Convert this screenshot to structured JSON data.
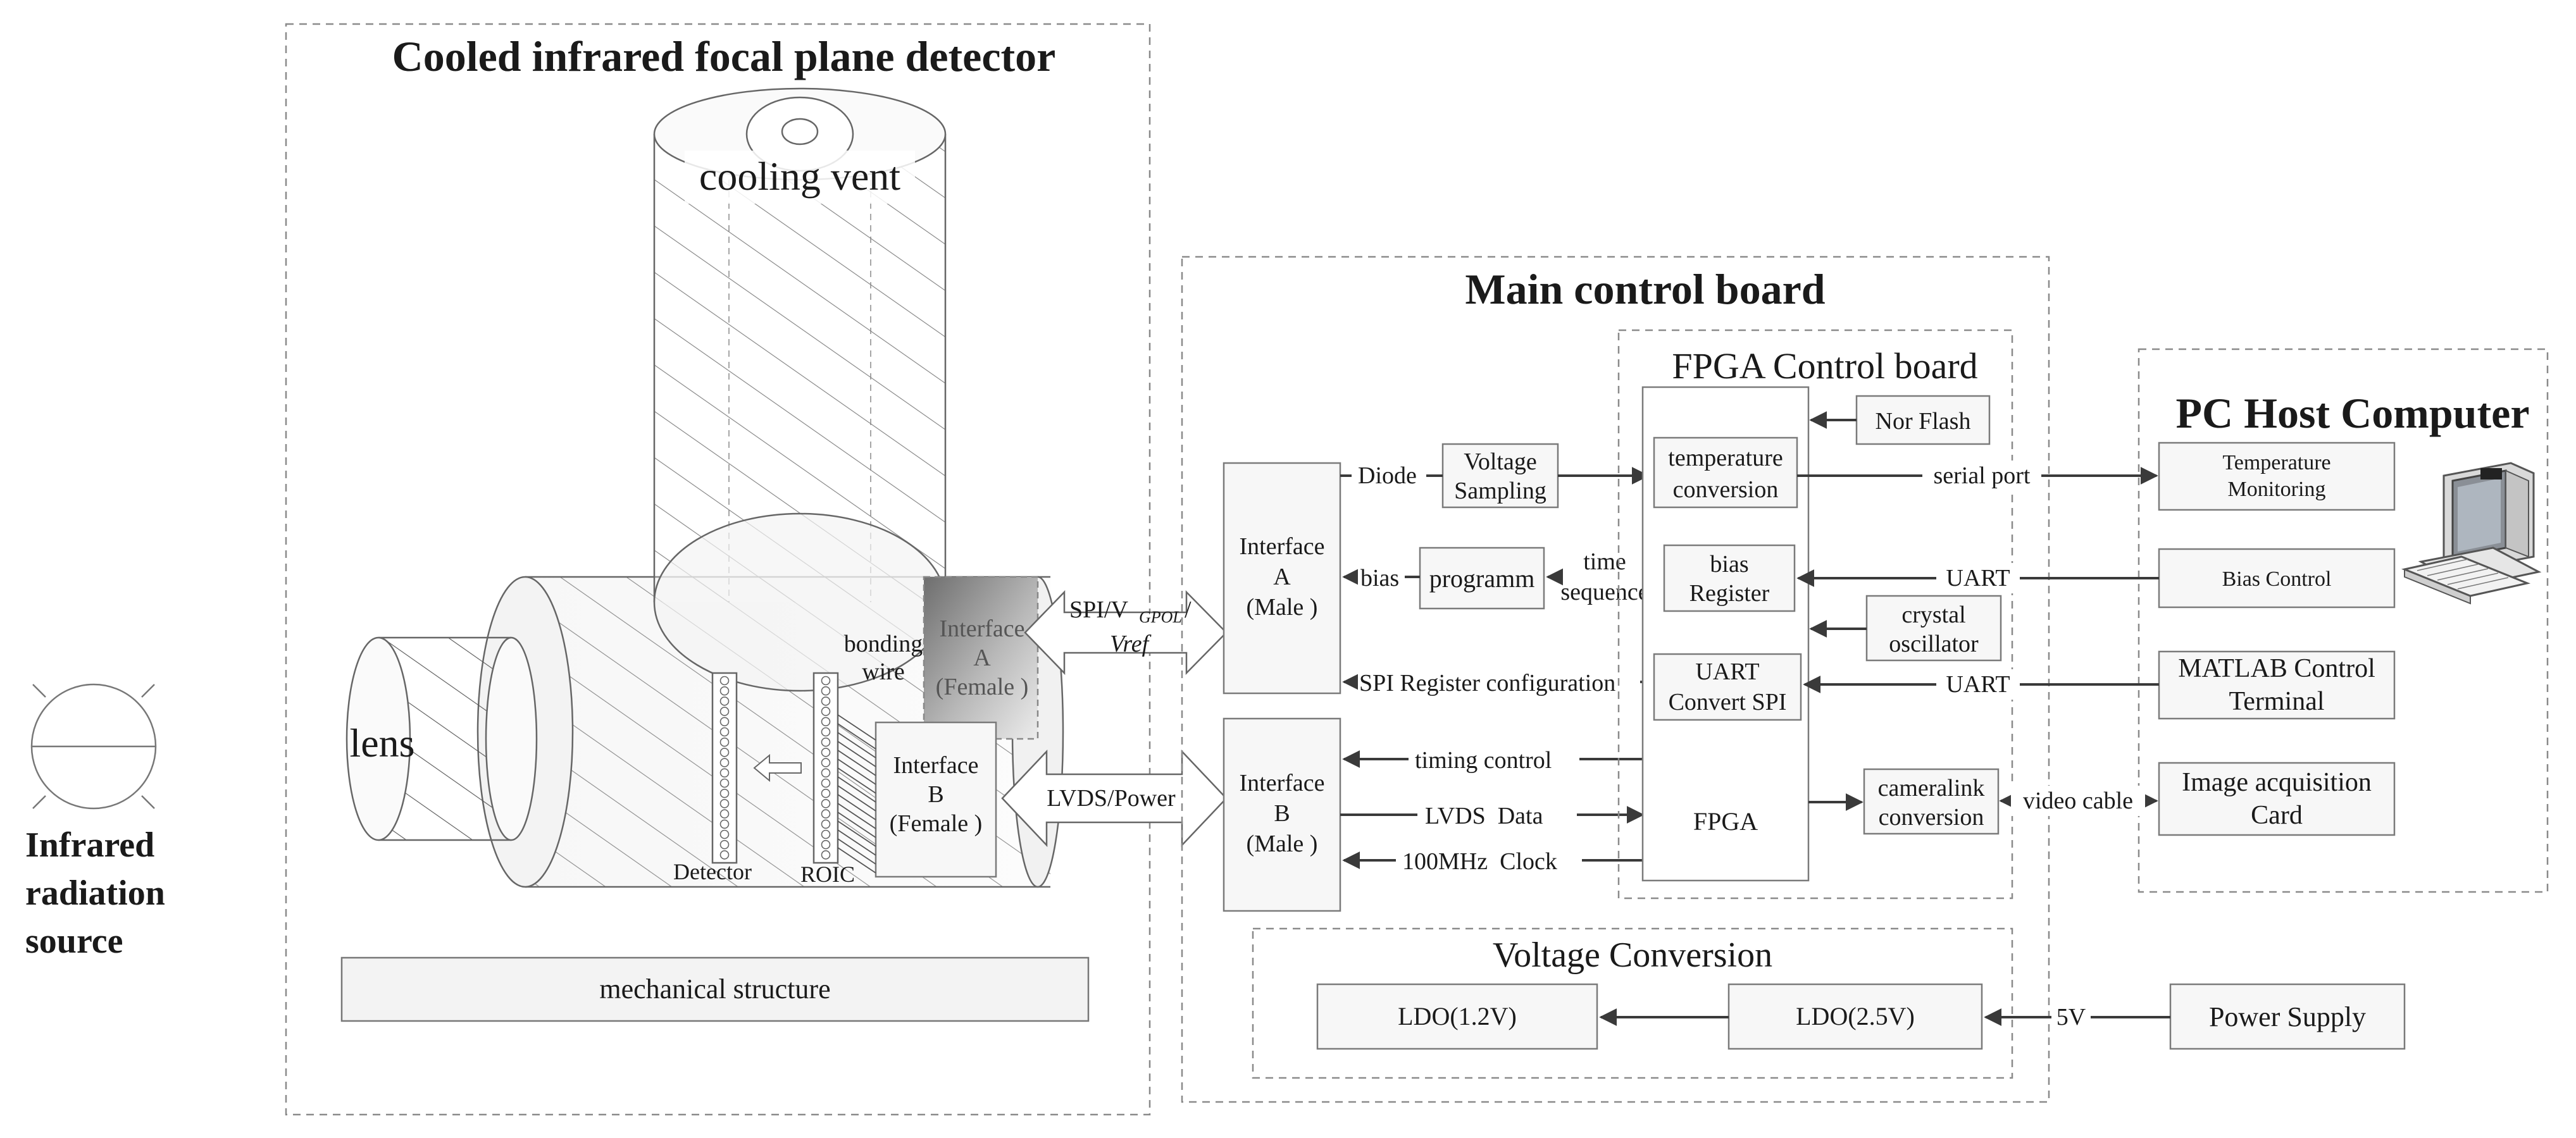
{
  "source": {
    "label_lines": [
      "Infrared",
      "radiation",
      "source"
    ]
  },
  "detector_assembly": {
    "title": "Cooled infrared focal plane detector",
    "cooling_vent": "cooling vent",
    "lens": "lens",
    "bonding_wire_lines": [
      "bonding",
      "wire"
    ],
    "interface_a_lines": [
      "Interface",
      "A",
      "(Female )"
    ],
    "interface_b_lines": [
      "Interface",
      "B",
      "(Female )"
    ],
    "detector": "Detector",
    "roic": "ROIC",
    "mechanical_structure": "mechanical structure"
  },
  "links": {
    "spi_lines": [
      "SPI/V",
      "GPOL",
      "/",
      "Vref"
    ],
    "lvds_power": "LVDS/Power",
    "serial_port": "serial port",
    "uart_bias": "UART",
    "uart_spi": "UART",
    "video_cable": "video cable",
    "five_volt": "5V"
  },
  "main_board": {
    "title": "Main control board",
    "interface_a_lines": [
      "Interface",
      "A",
      "(Male )"
    ],
    "interface_b_lines": [
      "Interface",
      "B",
      "(Male )"
    ],
    "diode": "Diode",
    "voltage_sampling_lines": [
      "Voltage",
      "Sampling"
    ],
    "bias": "bias",
    "programm": "programm",
    "time_sequence_lines": [
      "time",
      "sequence"
    ],
    "spi_register_config": "SPI Register configuration",
    "timing_control": "timing control",
    "lvds_data": "LVDS  Data",
    "clock_100mhz": "100MHz  Clock"
  },
  "fpga_board": {
    "title": "FPGA Control board",
    "nor_flash": "Nor Flash",
    "temperature_conversion_lines": [
      "temperature",
      "conversion"
    ],
    "bias_register_lines": [
      "bias",
      "Register"
    ],
    "crystal_oscillator_lines": [
      "crystal",
      "oscillator"
    ],
    "uart_convert_spi_lines": [
      "UART",
      "Convert SPI"
    ],
    "fpga": "FPGA",
    "cameralink_lines": [
      "cameralink",
      "conversion"
    ]
  },
  "voltage_conversion": {
    "title": "Voltage Conversion",
    "ldo_12": "LDO(1.2V)",
    "ldo_25": "LDO(2.5V)"
  },
  "pc_host": {
    "title": "PC Host Computer",
    "temperature_monitoring_lines": [
      "Temperature",
      "Monitoring"
    ],
    "bias_control": "Bias Control",
    "matlab_lines": [
      "MATLAB Control",
      "Terminal"
    ],
    "image_card_lines": [
      "Image acquisition",
      "Card"
    ]
  },
  "power_supply": "Power Supply"
}
